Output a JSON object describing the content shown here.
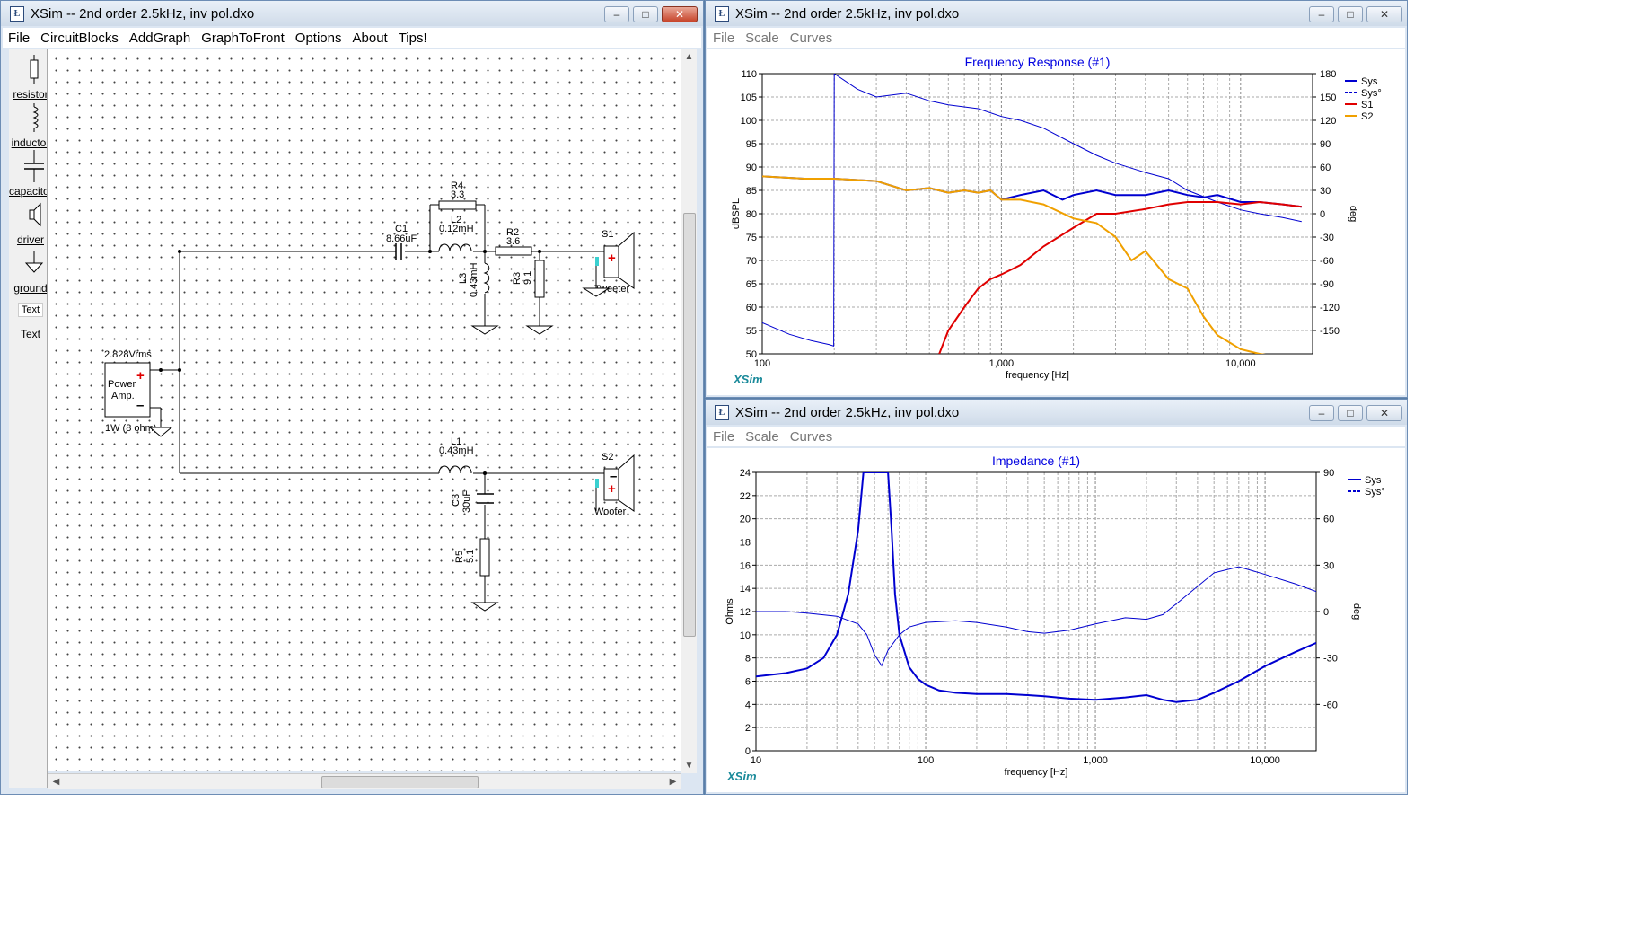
{
  "schematic_window": {
    "title": "XSim -- 2nd order 2.5kHz, inv pol.dxo",
    "controls": {
      "minimize": "–",
      "maximize": "□",
      "close": "✕"
    },
    "menu": [
      "File",
      "CircuitBlocks",
      "AddGraph",
      "GraphToFront",
      "Options",
      "About",
      "Tips!"
    ],
    "palette": [
      {
        "label": "resistor",
        "icon": "resistor-icon"
      },
      {
        "label": "inductor",
        "icon": "inductor-icon"
      },
      {
        "label": "capacitor",
        "icon": "capacitor-icon"
      },
      {
        "label": "driver",
        "icon": "driver-icon"
      },
      {
        "label": "ground",
        "icon": "ground-icon"
      },
      {
        "label": "Text",
        "icon": "text-box-icon"
      },
      {
        "label": "Text",
        "icon": "text-link"
      }
    ],
    "scroll_arrows": {
      "up": "▲",
      "down": "▼",
      "left": "◀",
      "right": "▶"
    },
    "components": {
      "amp": {
        "voltage": "2.828Vrms",
        "name": "Power",
        "name2": "Amp.",
        "power": "1W (8 ohm)",
        "plus": "+",
        "minus": "–"
      },
      "C1": {
        "ref": "C1",
        "value": "8.66uF"
      },
      "R4": {
        "ref": "R4",
        "value": "3.3"
      },
      "L2": {
        "ref": "L2",
        "value": "0.12mH"
      },
      "R2": {
        "ref": "R2",
        "value": "3.6"
      },
      "L3": {
        "ref": "L3",
        "value": "0.43mH"
      },
      "R3": {
        "ref": "R3",
        "value": "9.1"
      },
      "S1": {
        "ref": "S1",
        "name": "Tweeter"
      },
      "L1": {
        "ref": "L1",
        "value": "0.43mH"
      },
      "C3": {
        "ref": "C3",
        "value": "30uF"
      },
      "R5": {
        "ref": "R5",
        "value": "5.1"
      },
      "S2": {
        "ref": "S2",
        "name": "Woofer"
      }
    }
  },
  "fr_window": {
    "title": "XSim -- 2nd order 2.5kHz, inv pol.dxo",
    "menu": [
      "File",
      "Scale",
      "Curves"
    ],
    "brand": "XSim",
    "chart_data": {
      "type": "line",
      "title": "Frequency Response (#1)",
      "xlabel": "frequency [Hz]",
      "ylabel": "dBSPL",
      "ylabel_right": "deg",
      "x_scale": "log",
      "xlim": [
        100,
        20000
      ],
      "ylim": [
        50,
        110
      ],
      "ylim_right": [
        -180,
        180
      ],
      "x_ticks": [
        "100",
        "1,000",
        "10,000"
      ],
      "y_ticks": [
        "50",
        "55",
        "60",
        "65",
        "70",
        "75",
        "80",
        "85",
        "90",
        "95",
        "100",
        "105",
        "110"
      ],
      "y_ticks_right": [
        "-150",
        "-120",
        "-90",
        "-60",
        "-30",
        "0",
        "30",
        "60",
        "90",
        "120",
        "150",
        "180"
      ],
      "legend_position": "top-right",
      "series": [
        {
          "name": "Sys",
          "color": "#0000d0",
          "style": "solid",
          "axis": "left",
          "x": [
            100,
            150,
            200,
            300,
            400,
            500,
            600,
            700,
            800,
            900,
            1000,
            1200,
            1500,
            1800,
            2000,
            2500,
            3000,
            4000,
            5000,
            6000,
            7000,
            8000,
            10000,
            12000,
            15000,
            18000
          ],
          "y": [
            88,
            87.5,
            87.5,
            87,
            85,
            85.5,
            84.5,
            85,
            84.5,
            85,
            83,
            84,
            85,
            83,
            84,
            85,
            84,
            84,
            85,
            84,
            83.5,
            84,
            82.5,
            82.5,
            82,
            81.5
          ]
        },
        {
          "name": "Sys°",
          "color": "#0000d0",
          "style": "dashed",
          "axis": "right",
          "x": [
            100,
            130,
            160,
            190,
            199,
            200,
            250,
            300,
            400,
            500,
            600,
            800,
            1000,
            1200,
            1500,
            2000,
            2500,
            3000,
            4000,
            5000,
            6000,
            8000,
            10000,
            12000,
            15000,
            18000
          ],
          "y": [
            -140,
            -155,
            -163,
            -168,
            -170,
            180,
            160,
            150,
            155,
            145,
            140,
            135,
            125,
            120,
            110,
            90,
            75,
            65,
            53,
            45,
            30,
            15,
            5,
            0,
            -5,
            -10
          ]
        },
        {
          "name": "S1",
          "color": "#e00000",
          "style": "solid",
          "axis": "left",
          "x": [
            550,
            600,
            700,
            800,
            900,
            1000,
            1200,
            1500,
            2000,
            2500,
            3000,
            4000,
            5000,
            6000,
            8000,
            10000,
            12000,
            15000,
            18000
          ],
          "y": [
            50,
            55,
            60,
            64,
            66,
            67,
            69,
            73,
            77,
            80,
            80,
            81,
            82,
            82.5,
            82.5,
            82,
            82.5,
            82,
            81.5
          ]
        },
        {
          "name": "S2",
          "color": "#f0a000",
          "style": "solid",
          "axis": "left",
          "x": [
            100,
            150,
            200,
            300,
            400,
            500,
            600,
            700,
            800,
            900,
            1000,
            1200,
            1500,
            2000,
            2500,
            3000,
            3500,
            4000,
            5000,
            6000,
            7000,
            8000,
            10000,
            12000,
            14000
          ],
          "y": [
            88,
            87.5,
            87.5,
            87,
            85,
            85.5,
            84.5,
            85,
            84.5,
            85,
            83,
            83,
            82,
            79,
            78,
            75,
            70,
            72,
            66,
            64,
            58,
            54,
            51,
            50,
            49.5
          ]
        }
      ]
    }
  },
  "imp_window": {
    "title": "XSim -- 2nd order 2.5kHz, inv pol.dxo",
    "menu": [
      "File",
      "Scale",
      "Curves"
    ],
    "brand": "XSim",
    "chart_data": {
      "type": "line",
      "title": "Impedance (#1)",
      "xlabel": "frequency [Hz]",
      "ylabel": "Ohms",
      "ylabel_right": "deg",
      "x_scale": "log",
      "xlim": [
        10,
        20000
      ],
      "ylim": [
        0,
        24
      ],
      "ylim_right": [
        -90,
        90
      ],
      "x_ticks": [
        "10",
        "100",
        "1,000",
        "10,000"
      ],
      "y_ticks": [
        "0",
        "2",
        "4",
        "6",
        "8",
        "10",
        "12",
        "14",
        "16",
        "18",
        "20",
        "22",
        "24"
      ],
      "y_ticks_right": [
        "-60",
        "-30",
        "0",
        "30",
        "60",
        "90"
      ],
      "legend_position": "top-right",
      "series": [
        {
          "name": "Sys",
          "color": "#0000d0",
          "style": "solid",
          "axis": "left",
          "x": [
            10,
            15,
            20,
            25,
            30,
            35,
            40,
            43,
            46,
            60,
            63,
            66,
            70,
            80,
            90,
            100,
            120,
            150,
            200,
            300,
            400,
            500,
            700,
            1000,
            1500,
            2000,
            2500,
            3000,
            4000,
            5000,
            7000,
            10000,
            15000,
            20000
          ],
          "y": [
            6.4,
            6.7,
            7.1,
            8.0,
            10,
            13.5,
            19,
            24,
            24,
            24,
            19,
            13.5,
            10,
            7.2,
            6.2,
            5.7,
            5.2,
            5.0,
            4.9,
            4.9,
            4.8,
            4.7,
            4.5,
            4.4,
            4.6,
            4.8,
            4.4,
            4.2,
            4.4,
            5.0,
            6.0,
            7.3,
            8.5,
            9.3
          ]
        },
        {
          "name": "Sys°",
          "color": "#0000d0",
          "style": "dashed",
          "axis": "right",
          "x": [
            10,
            15,
            20,
            30,
            40,
            45,
            50,
            55,
            60,
            70,
            80,
            100,
            150,
            200,
            300,
            400,
            500,
            700,
            1000,
            1500,
            2000,
            2500,
            3000,
            5000,
            7000,
            10000,
            15000,
            20000
          ],
          "y": [
            0,
            0,
            -1,
            -3,
            -8,
            -15,
            -28,
            -35,
            -25,
            -15,
            -10,
            -7,
            -6,
            -7,
            -10,
            -13,
            -14,
            -12,
            -8,
            -4,
            -5,
            -2,
            5,
            25,
            29,
            24,
            18,
            13
          ]
        }
      ]
    }
  }
}
